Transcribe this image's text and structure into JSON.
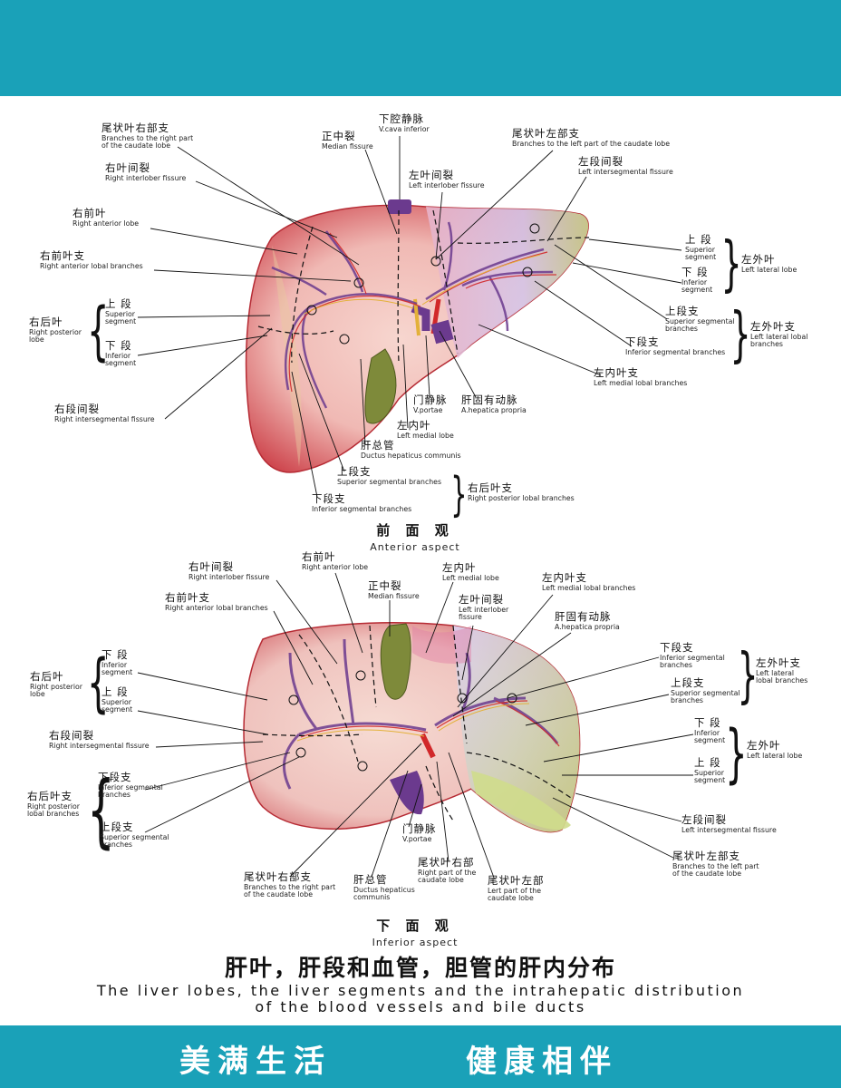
{
  "colors": {
    "band": "#1aa1b8",
    "liver_red": "#c8323c",
    "liver_pink": "#f2c4c4",
    "liver_tan": "#f0dbb0",
    "liver_lilac": "#c9c0e4",
    "liver_green": "#c6d48a",
    "vein": "#6b3a8e",
    "artery": "#d1282a",
    "duct": "#e3b13a",
    "gallbladder": "#7e8a3a"
  },
  "slogan": {
    "left": "美满生活",
    "right": "健康相伴"
  },
  "title": {
    "zh": "肝叶，肝段和血管，胆管的肝内分布",
    "en_line1": "The liver lobes, the liver segments and the intrahepatic distribution",
    "en_line2": "of the blood vessels and bile ducts"
  },
  "anterior": {
    "title": {
      "zh": "前 面 观",
      "en": "Anterior aspect"
    },
    "labels": [
      {
        "id": "caudate-right-branches",
        "zh": "尾状叶右部支",
        "en": "Branches to the right part\nof the caudate lobe"
      },
      {
        "id": "right-interlober-fissure",
        "zh": "右叶间裂",
        "en": "Right interlober fissure"
      },
      {
        "id": "right-anterior-lobe",
        "zh": "右前叶",
        "en": "Right anterior lobe"
      },
      {
        "id": "right-anterior-lobal-branches",
        "zh": "右前叶支",
        "en": "Right anterior lobal branches"
      },
      {
        "id": "right-posterior-lobe",
        "zh": "右后叶",
        "en": "Right posterior\nlobe"
      },
      {
        "id": "superior-segment-r",
        "zh": "上 段",
        "en": "Superior\nsegment"
      },
      {
        "id": "inferior-segment-r",
        "zh": "下 段",
        "en": "Inferior\nsegment"
      },
      {
        "id": "right-intersegmental-fissure",
        "zh": "右段间裂",
        "en": "Right intersegmental fissure"
      },
      {
        "id": "median-fissure",
        "zh": "正中裂",
        "en": "Median fissure"
      },
      {
        "id": "vcava-inferior",
        "zh": "下腔静脉",
        "en": "V.cava inferior"
      },
      {
        "id": "left-interlober-fissure",
        "zh": "左叶间裂",
        "en": "Left interlober fissure"
      },
      {
        "id": "caudate-left-branches",
        "zh": "尾状叶左部支",
        "en": "Branches to the left part of the caudate lobe"
      },
      {
        "id": "left-intersegmental-fissure",
        "zh": "左段间裂",
        "en": "Left intersegmental fissure"
      },
      {
        "id": "superior-segment-l",
        "zh": "上 段",
        "en": "Superior\nsegment"
      },
      {
        "id": "inferior-segment-l",
        "zh": "下 段",
        "en": "Inferior\nsegment"
      },
      {
        "id": "left-lateral-lobe",
        "zh": "左外叶",
        "en": "Left lateral lobe"
      },
      {
        "id": "superior-segmental-branches-l",
        "zh": "上段支",
        "en": "Superior segmental\nbranches"
      },
      {
        "id": "inferior-segmental-branches-l",
        "zh": "下段支",
        "en": "Inferior segmental branches"
      },
      {
        "id": "left-lateral-lobal-branches",
        "zh": "左外叶支",
        "en": "Left lateral lobal\nbranches"
      },
      {
        "id": "left-medial-lobal-branches",
        "zh": "左内叶支",
        "en": "Left medial lobal branches"
      },
      {
        "id": "vportae",
        "zh": "门静脉",
        "en": "V.portae"
      },
      {
        "id": "a-hepatica-propria",
        "zh": "肝固有动脉",
        "en": "A.hepatica propria"
      },
      {
        "id": "left-medial-lobe",
        "zh": "左内叶",
        "en": "Left medial lobe"
      },
      {
        "id": "ductus-hepaticus",
        "zh": "肝总管",
        "en": "Ductus hepaticus communis"
      },
      {
        "id": "superior-segmental-branches-r",
        "zh": "上段支",
        "en": "Superior segmental branches"
      },
      {
        "id": "inferior-segmental-branches-r",
        "zh": "下段支",
        "en": "Inferior segmental branches"
      },
      {
        "id": "right-posterior-lobal-branches",
        "zh": "右后叶支",
        "en": "Right posterior lobal branches"
      }
    ]
  },
  "inferior": {
    "title": {
      "zh": "下 面 观",
      "en": "Inferior aspect"
    },
    "labels": [
      {
        "id": "right-interlober-fissure",
        "zh": "右叶间裂",
        "en": "Right interlober fissure"
      },
      {
        "id": "right-anterior-lobe",
        "zh": "右前叶",
        "en": "Right anterior lobe"
      },
      {
        "id": "right-anterior-lobal-branches",
        "zh": "右前叶支",
        "en": "Right anterior lobal branches"
      },
      {
        "id": "median-fissure",
        "zh": "正中裂",
        "en": "Median fissure"
      },
      {
        "id": "left-medial-lobe",
        "zh": "左内叶",
        "en": "Left medial lobe"
      },
      {
        "id": "left-interlober-fissure",
        "zh": "左叶间裂",
        "en": "Left interlober\nfissure"
      },
      {
        "id": "left-medial-lobal-branches",
        "zh": "左内叶支",
        "en": "Left medial lobal branches"
      },
      {
        "id": "a-hepatica-propria",
        "zh": "肝固有动脉",
        "en": "A.hepatica propria"
      },
      {
        "id": "right-posterior-lobe",
        "zh": "右后叶",
        "en": "Right posterior\nlobe"
      },
      {
        "id": "inferior-segment-r",
        "zh": "下 段",
        "en": "Inferior\nsegment"
      },
      {
        "id": "superior-segment-r",
        "zh": "上 段",
        "en": "Superior\nsegment"
      },
      {
        "id": "right-intersegmental-fissure",
        "zh": "右段间裂",
        "en": "Right intersegmental fissure"
      },
      {
        "id": "right-posterior-lobal-branches",
        "zh": "右后叶支",
        "en": "Right posterior\nlobal branches"
      },
      {
        "id": "inferior-segmental-branches-r",
        "zh": "下段支",
        "en": "Inferior segmental\nbranches"
      },
      {
        "id": "superior-segmental-branches-r",
        "zh": "上段支",
        "en": "Superior segmental\nbranches"
      },
      {
        "id": "inferior-segmental-branches-l",
        "zh": "下段支",
        "en": "Inferior segmental\nbranches"
      },
      {
        "id": "superior-segmental-branches-l",
        "zh": "上段支",
        "en": "Superior segmental\nbranches"
      },
      {
        "id": "left-lateral-lobal-branches",
        "zh": "左外叶支",
        "en": "Left lateral\nlobal branches"
      },
      {
        "id": "inferior-segment-l",
        "zh": "下 段",
        "en": "Inferior\nsegment"
      },
      {
        "id": "superior-segment-l",
        "zh": "上 段",
        "en": "Superior\nsegment"
      },
      {
        "id": "left-lateral-lobe",
        "zh": "左外叶",
        "en": "Left lateral lobe"
      },
      {
        "id": "left-intersegmental-fissure",
        "zh": "左段间裂",
        "en": "Left intersegmental fissure"
      },
      {
        "id": "caudate-left-branches",
        "zh": "尾状叶左部支",
        "en": "Branches to the left part\nof the caudate lobe"
      },
      {
        "id": "caudate-right-branches",
        "zh": "尾状叶右部支",
        "en": "Branches to the right part\nof the caudate lobe"
      },
      {
        "id": "ductus-hepaticus",
        "zh": "肝总管",
        "en": "Ductus hepaticus\ncommunis"
      },
      {
        "id": "vportae",
        "zh": "门静脉",
        "en": "V.portae"
      },
      {
        "id": "caudate-right-part",
        "zh": "尾状叶右部",
        "en": "Right part of the\ncaudate lobe"
      },
      {
        "id": "caudate-left-part",
        "zh": "尾状叶左部",
        "en": "Lert part of the\ncaudate lobe"
      }
    ]
  }
}
